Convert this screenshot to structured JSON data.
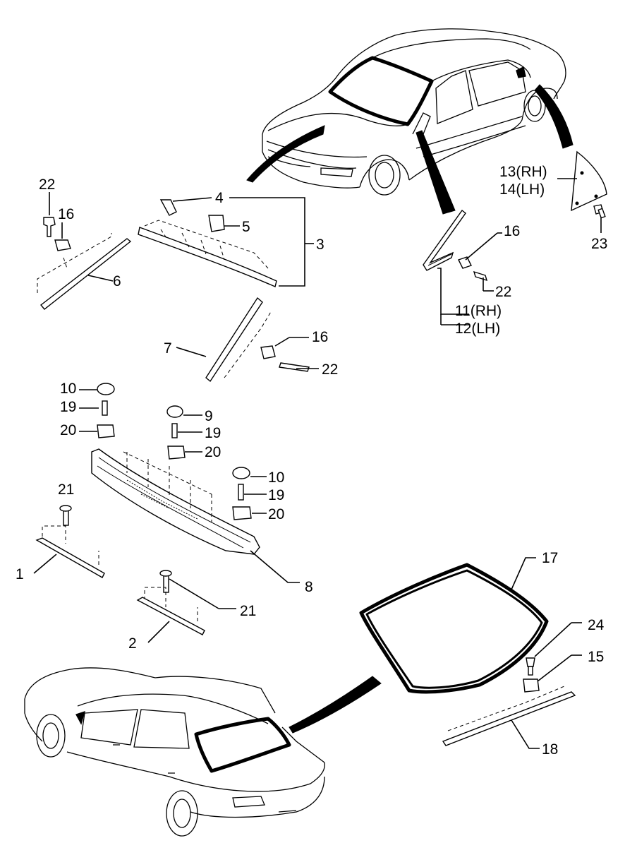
{
  "diagram": {
    "labels": {
      "l1": "1",
      "l2": "2",
      "l3": "3",
      "l4": "4",
      "l5": "5",
      "l6": "6",
      "l7": "7",
      "l8": "8",
      "l9": "9",
      "l10a": "10",
      "l10b": "10",
      "l11": "11(RH)",
      "l12": "12(LH)",
      "l13": "13(RH)",
      "l14": "14(LH)",
      "l15": "15",
      "l16a": "16",
      "l16b": "16",
      "l16c": "16",
      "l17": "17",
      "l18": "18",
      "l19a": "19",
      "l19b": "19",
      "l19c": "19",
      "l20a": "20",
      "l20b": "20",
      "l20c": "20",
      "l21a": "21",
      "l21b": "21",
      "l22a": "22",
      "l22b": "22",
      "l22c": "22",
      "l23": "23",
      "l24": "24"
    }
  }
}
